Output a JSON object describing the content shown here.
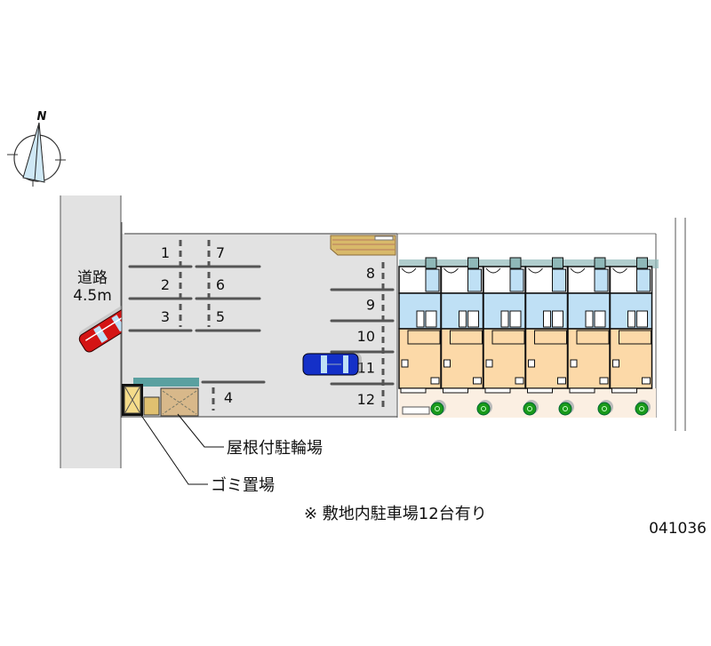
{
  "compass": {
    "north_label": "N"
  },
  "road": {
    "name": "道路",
    "width": "4.5m"
  },
  "parking": {
    "left_column": [
      "1",
      "2",
      "3"
    ],
    "middle_column": [
      "7",
      "6",
      "5"
    ],
    "right_column": [
      "8",
      "9",
      "10",
      "11",
      "12"
    ],
    "bottom_slot": "4"
  },
  "labels": {
    "bicycle_parking": "屋根付駐輪場",
    "garbage": "ゴミ置場",
    "note": "※ 敷地内駐車場12台有り",
    "code": "041036"
  },
  "colors": {
    "lot": "#e2e2e2",
    "room": "#fcd9a8",
    "wet_area": "#bfe0f5",
    "tree": "#1a9a1a",
    "red_car": "#d41414",
    "blue_car": "#1430c8"
  }
}
